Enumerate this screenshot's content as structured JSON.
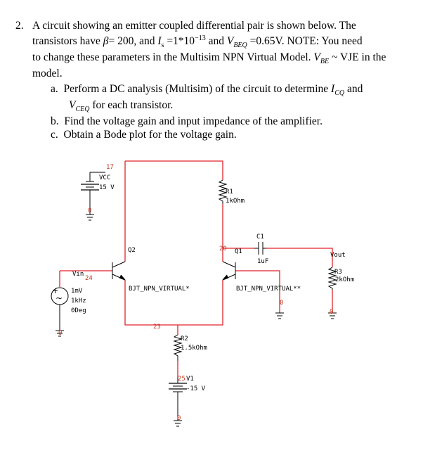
{
  "question": {
    "number": "2.",
    "intro_1": "A circuit showing an emitter coupled differential pair is shown below. The",
    "intro_2_pre": "transistors have",
    "beta_eq": "= 200",
    "is_eq": "=1*10",
    "is_exp": "−13",
    "vbeq_eq": "=0.65V",
    "note": "NOTE: You need",
    "intro_3_pre": "to change these parameters in the Multisim NPN Virtual Model.",
    "vbe_tail": "~ VJE in the",
    "intro_4": "model.",
    "a_label": "a.",
    "a_text_1": "Perform a DC analysis (Multisim) of the circuit to determine",
    "a_and": "and",
    "a_text_2": "for each transistor.",
    "b_label": "b.",
    "b_text": "Find the voltage gain and input impedance of the amplifier.",
    "c_label": "c.",
    "c_text": "Obtain a Bode plot for the voltage gain."
  },
  "schematic": {
    "wire_color": "#e2232a",
    "label_color": "#c23b22",
    "vcc_node": "17",
    "vcc_name": "VCC",
    "vcc_value": "15 V",
    "vcc_gnd": "0",
    "q2_name": "Q2",
    "q2_model": "BJT_NPN_VIRTUAL*",
    "q1_name": "Q1",
    "q1_model": "BJT_NPN_VIRTUAL**",
    "r1_name": "R1",
    "r1_value": "1kOhm",
    "node_20": "20",
    "c1_name": "C1",
    "c1_value": "1uF",
    "vout_name": "Vout",
    "r3_name": "R3",
    "r3_value": "2kOhm",
    "r3_gnd": "0",
    "q1_base_gnd": "0",
    "vin_name": "Vin",
    "vin_node": "24",
    "vin_amp": "1mV",
    "vin_freq": "1kHz",
    "vin_phase": "0Deg",
    "vin_gnd": "0",
    "node_23": "23",
    "r2_name": "R2",
    "r2_value": "1.5kOhm",
    "v1_node": "25",
    "v1_name": "V1",
    "v1_value": "-15 V",
    "v1_gnd": "0"
  }
}
